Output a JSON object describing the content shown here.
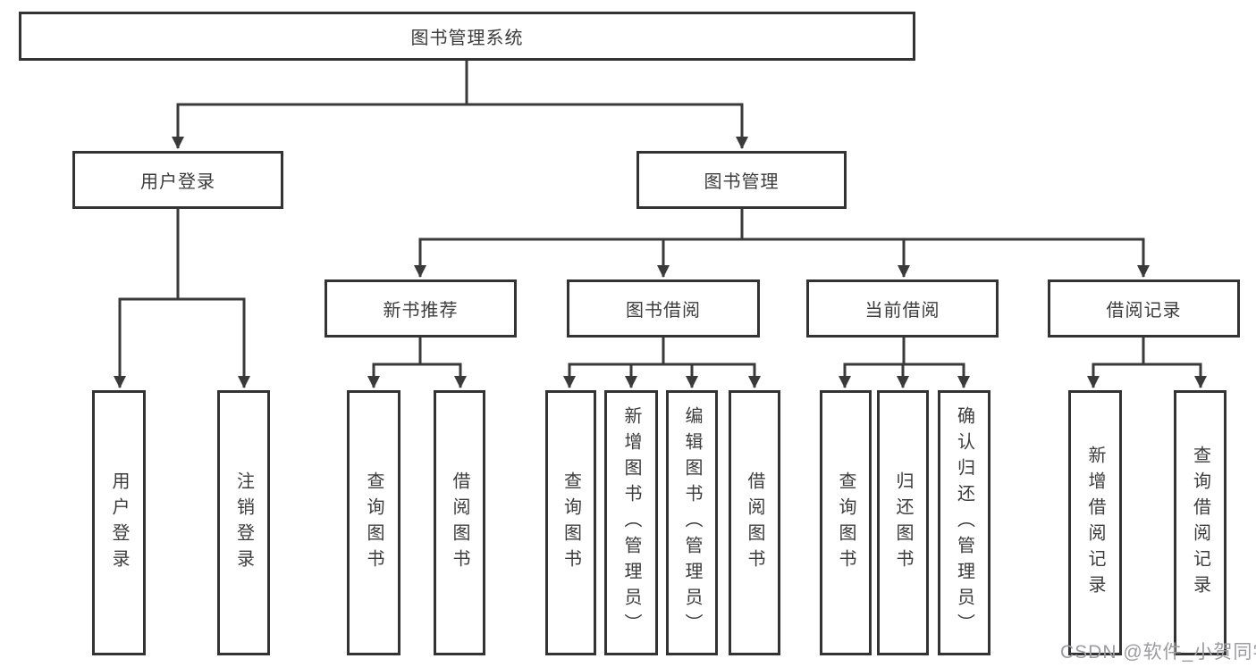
{
  "diagram": {
    "root": {
      "label": "图书管理系统"
    },
    "level2": {
      "user_login": {
        "label": "用户登录"
      },
      "book_management": {
        "label": "图书管理"
      }
    },
    "level3": {
      "new_book_recommend": {
        "label": "新书推荐"
      },
      "book_borrowing": {
        "label": "图书借阅"
      },
      "current_borrowing": {
        "label": "当前借阅"
      },
      "borrowing_records": {
        "label": "借阅记录"
      }
    },
    "leaves": {
      "login_user_login": {
        "label": "用户登录"
      },
      "login_logout": {
        "label": "注销登录"
      },
      "recommend_query_books": {
        "label": "查询图书"
      },
      "recommend_borrow_books": {
        "label": "借阅图书"
      },
      "borrowing_query_books": {
        "label": "查询图书"
      },
      "borrowing_add_books_admin": {
        "label": "新增图书（管理员）"
      },
      "borrowing_edit_books_admin": {
        "label": "编辑图书（管理员）"
      },
      "borrowing_borrow_books": {
        "label": "借阅图书"
      },
      "current_query_books": {
        "label": "查询图书"
      },
      "current_return_books": {
        "label": "归还图书"
      },
      "current_confirm_return_admin": {
        "label": "确认归还（管理员）"
      },
      "records_add_record": {
        "label": "新增借阅记录"
      },
      "records_query_record": {
        "label": "查询借阅记录"
      }
    },
    "watermark": {
      "text": "CSDN @软件_小贺同学"
    },
    "colors": {
      "line": "#3a3a3a",
      "box_border": "#333333",
      "box_fill": "#ffffff",
      "text": "#3c3c3c",
      "watermark": "#9b9ba0"
    }
  }
}
